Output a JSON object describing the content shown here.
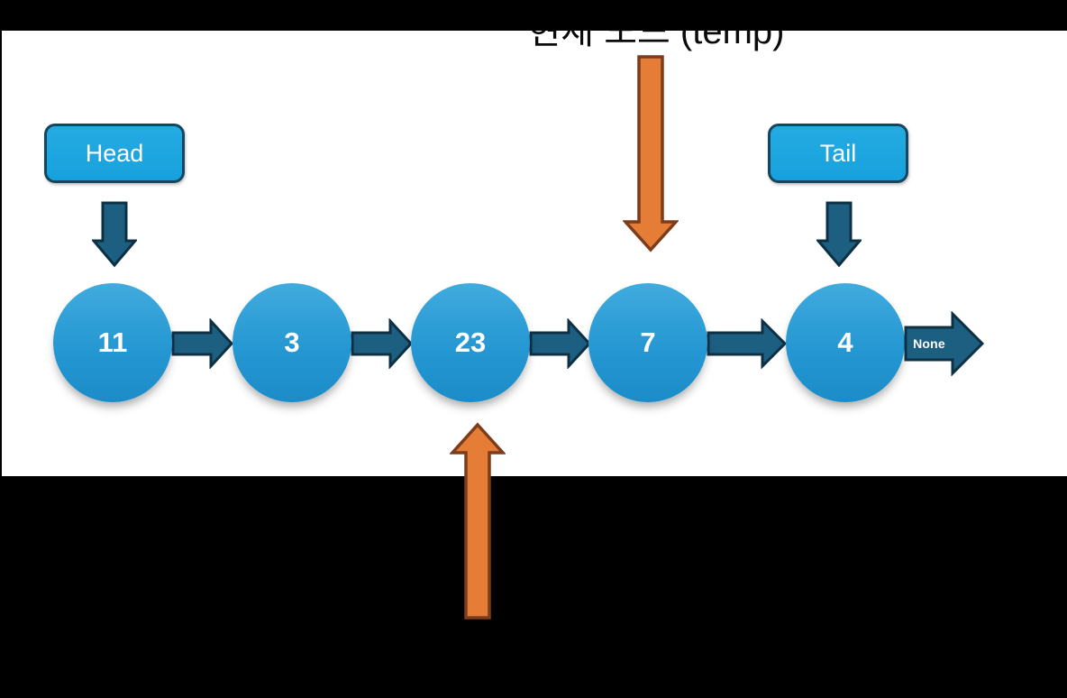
{
  "annotation": {
    "current_node_label": "현재 노드 (temp)"
  },
  "pointers": {
    "head_label": "Head",
    "tail_label": "Tail"
  },
  "linked_list": {
    "type": "singly-linked-list",
    "nodes": [
      {
        "value": "11"
      },
      {
        "value": "3"
      },
      {
        "value": "23"
      },
      {
        "value": "7"
      },
      {
        "value": "4"
      }
    ],
    "terminator_label": "None",
    "current_node_value": "7",
    "up_marker_node_value": "23"
  },
  "colors": {
    "background_bars": "#000000",
    "slide_background": "#ffffff",
    "node_fill_top": "#41abde",
    "node_fill_bottom": "#1b8cc8",
    "pointer_box_fill": "#1ba6e0",
    "pointer_box_border": "#15465f",
    "link_arrow_fill": "#1d5f80",
    "link_arrow_border": "#0d3044",
    "marker_arrow_fill": "#e57d37",
    "marker_arrow_border": "#7c3d1d",
    "text_on_blue": "#ffffff",
    "annotation_text": "#0a0a0a"
  }
}
